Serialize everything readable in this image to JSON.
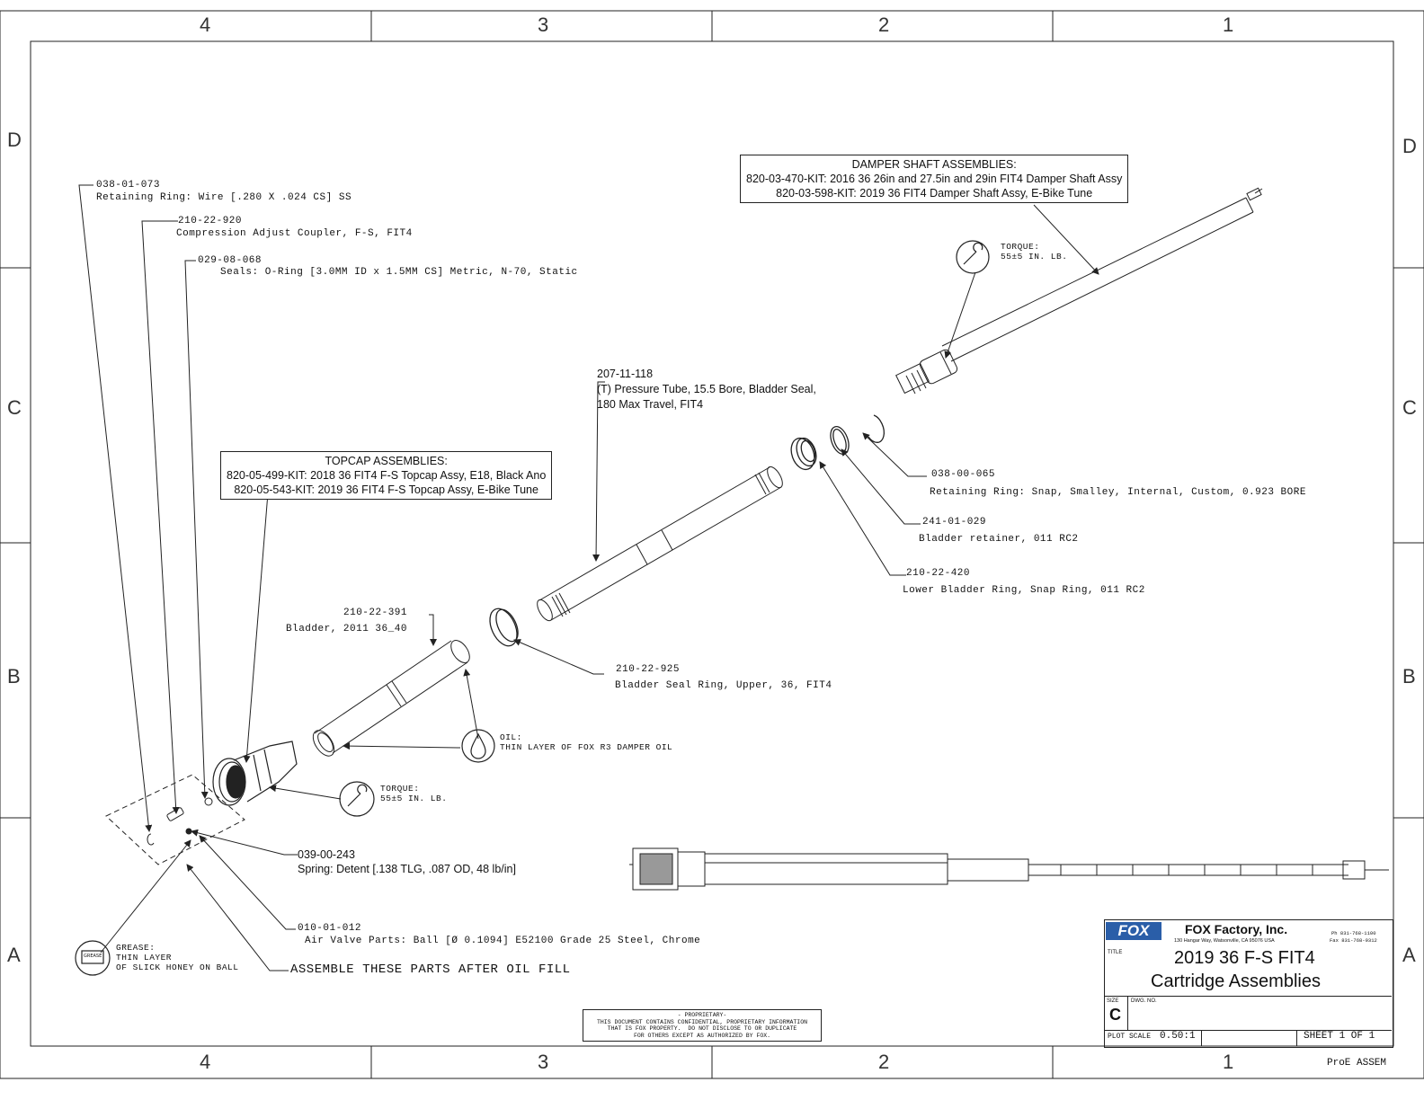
{
  "zones": {
    "top": [
      "4",
      "3",
      "2",
      "1"
    ],
    "bottom": [
      "4",
      "3",
      "2",
      "1"
    ],
    "left": [
      "D",
      "C",
      "B",
      "A"
    ],
    "right": [
      "D",
      "C",
      "B",
      "A"
    ]
  },
  "callouts": {
    "ring_038_01_073": {
      "pn": "038-01-073",
      "desc": "Retaining Ring: Wire [.280 X .024 CS] SS"
    },
    "coupler_210_22_920": {
      "pn": "210-22-920",
      "desc": "Compression Adjust Coupler, F-S, FIT4"
    },
    "seal_029_08_068": {
      "pn": "029-08-068",
      "desc": "Seals: O-Ring [3.0MM ID x 1.5MM CS] Metric, N-70, Static"
    },
    "tube_207_11_118": {
      "pn": "207-11-118",
      "desc1": "(T) Pressure Tube, 15.5 Bore, Bladder Seal,",
      "desc2": "180 Max Travel, FIT4"
    },
    "ring_038_00_065": {
      "pn": "038-00-065",
      "desc": "Retaining Ring: Snap, Smalley, Internal, Custom, 0.923 BORE"
    },
    "retainer_241_01_029": {
      "pn": "241-01-029",
      "desc": "Bladder retainer, 011 RC2"
    },
    "ring_210_22_420": {
      "pn": "210-22-420",
      "desc": "Lower Bladder Ring, Snap Ring, 011 RC2"
    },
    "bladder_210_22_391": {
      "pn": "210-22-391",
      "desc": "Bladder, 2011 36_40"
    },
    "ring_210_22_925": {
      "pn": "210-22-925",
      "desc": "Bladder Seal Ring, Upper, 36, FIT4"
    },
    "spring_039_00_243": {
      "pn": "039-00-243",
      "desc": "Spring: Detent [.138 TLG, .087 OD, 48 lb/in]"
    },
    "ball_010_01_012": {
      "pn": "010-01-012",
      "desc": "Air Valve Parts: Ball [Ø 0.1094] E52100 Grade 25 Steel, Chrome"
    }
  },
  "damper_box": {
    "title": "DAMPER SHAFT ASSEMBLIES:",
    "line1": "820-03-470-KIT: 2016 36 26in and 27.5in and 29in FIT4 Damper Shaft Assy",
    "line2": "820-03-598-KIT: 2019 36 FIT4 Damper Shaft Assy, E-Bike Tune"
  },
  "topcap_box": {
    "title": "TOPCAP ASSEMBLIES:",
    "line1": "820-05-499-KIT: 2018 36 FIT4 F-S Topcap Assy, E18, Black Ano",
    "line2": "820-05-543-KIT: 2019 36 FIT4 F-S Topcap Assy, E-Bike Tune"
  },
  "notes": {
    "torque_top": {
      "l1": "TORQUE:",
      "l2": "55±5 IN. LB."
    },
    "torque_bottom": {
      "l1": "TORQUE:",
      "l2": "55±5 IN. LB."
    },
    "oil": {
      "l1": "OIL:",
      "l2": "THIN LAYER OF FOX R3 DAMPER OIL"
    },
    "grease": {
      "l1": "GREASE:",
      "l2": "THIN LAYER",
      "l3": "OF SLICK HONEY ON BALL",
      "icon_text": "GREASE"
    },
    "assemble": "ASSEMBLE THESE PARTS AFTER OIL FILL"
  },
  "proprietary": "- PROPRIETARY-\nTHIS DOCUMENT CONTAINS CONFIDENTIAL, PROPRIETARY INFORMATION\nTHAT IS FOX PROPERTY.  DO NOT DISCLOSE TO OR DUPLICATE\nFOR OTHERS EXCEPT AS AUTHORIZED BY FOX.",
  "title_block": {
    "logo": "FOX",
    "company": "FOX Factory, Inc.",
    "address": "130 Hangar Way, Watsonville, CA 95076 USA",
    "phone": "Ph 831-768-1100",
    "fax": "Fax 831-768-9312",
    "title_label": "TITLE",
    "title1": "2019 36 F-S FIT4",
    "title2": "Cartridge Assemblies",
    "size_label": "SIZE",
    "size": "C",
    "dwg_label": "DWG. NO.",
    "scale_label": "PLOT SCALE",
    "scale": "0.50:1",
    "sheet": "SHEET 1 OF 1",
    "footer": "ProE ASSEM"
  },
  "colors": {
    "line": "#222222",
    "logo_blue": "#2a5ea8"
  }
}
